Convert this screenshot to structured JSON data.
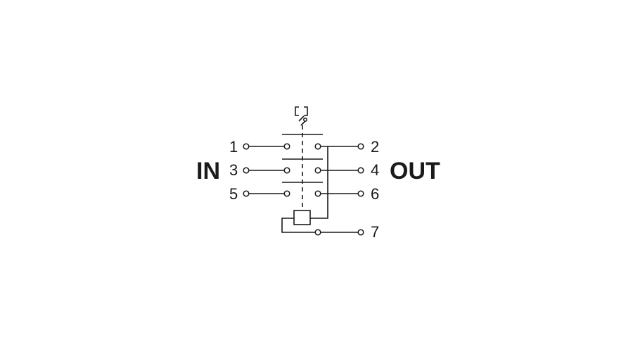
{
  "diagram": {
    "in_label": "IN",
    "out_label": "OUT",
    "terminals": {
      "t1": "1",
      "t2": "2",
      "t3": "3",
      "t4": "4",
      "t5": "5",
      "t6": "6",
      "t7": "7"
    },
    "ink_color": "#1a1a1a",
    "background_color": "#ffffff"
  }
}
